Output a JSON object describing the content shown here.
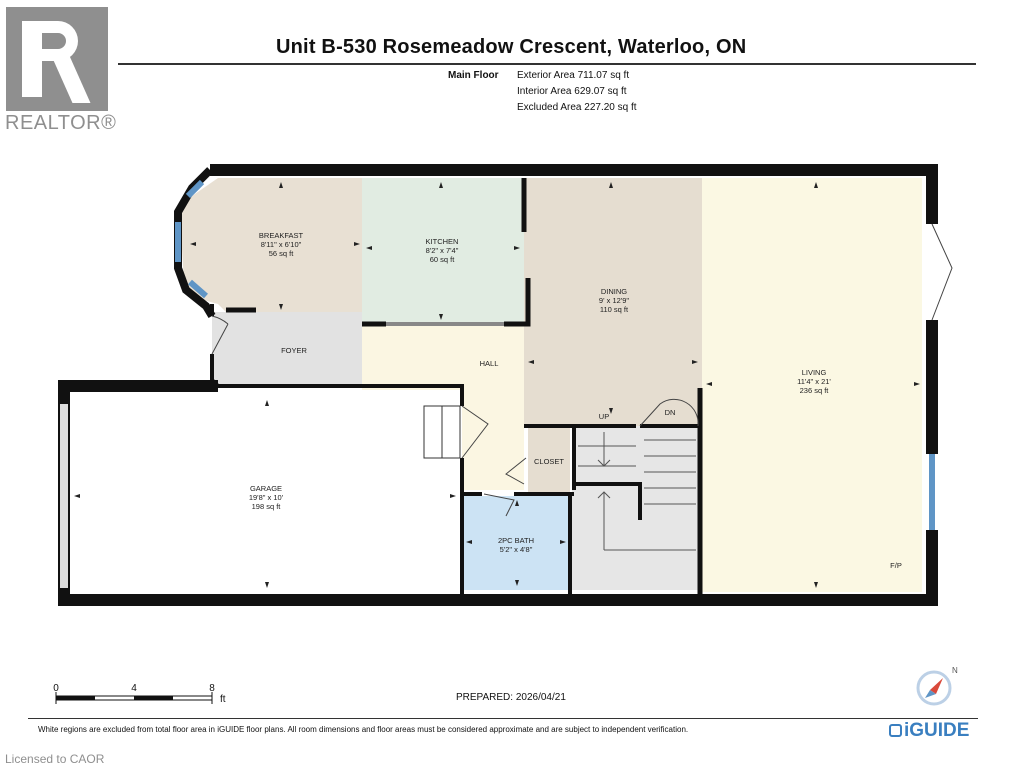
{
  "header": {
    "logo_text": "REALTOR®",
    "title": "Unit B-530 Rosemeadow Crescent, Waterloo, ON",
    "floor": "Main Floor",
    "areas": [
      "Exterior Area 711.07 sq ft",
      "Interior Area 629.07 sq ft",
      "Excluded Area 227.20 sq ft"
    ]
  },
  "rooms": {
    "breakfast": {
      "name": "BREAKFAST",
      "dims": "8'11\" x 6'10\"",
      "area": "56 sq ft"
    },
    "kitchen": {
      "name": "KITCHEN",
      "dims": "8'2\" x 7'4\"",
      "area": "60 sq ft"
    },
    "dining": {
      "name": "DINING",
      "dims": "9' x 12'9\"",
      "area": "110 sq ft"
    },
    "living": {
      "name": "LIVING",
      "dims": "11'4\" x 21'",
      "area": "236 sq ft"
    },
    "garage": {
      "name": "GARAGE",
      "dims": "19'8\" x 10'",
      "area": "198 sq ft"
    },
    "bath": {
      "name": "2PC BATH",
      "dims": "5'2\" x 4'8\""
    },
    "foyer": {
      "name": "FOYER"
    },
    "hall": {
      "name": "HALL"
    },
    "closet": {
      "name": "CLOSET"
    },
    "stair_up": "UP",
    "stair_down": "DN",
    "fireplace": "F/P"
  },
  "colors": {
    "breakfast": "#e8e0d3",
    "kitchen": "#e1ece2",
    "dining": "#e5ddd0",
    "living": "#fbf8e3",
    "hall": "#fbf6e2",
    "foyer": "#e2e2e2",
    "bath": "#cce3f4",
    "window": "#5f95c6",
    "wall": "#111111"
  },
  "scale": {
    "ticks": [
      "0",
      "4",
      "8"
    ],
    "unit": "ft"
  },
  "prepared": "PREPARED: 2026/04/21",
  "disclaimer": "White regions are excluded from total floor area in iGUIDE floor plans. All room dimensions and floor areas must be considered approximate and are subject to independent verification.",
  "brand": "iGUIDE",
  "compass_label": "N",
  "licensed": "Licensed to CAOR"
}
